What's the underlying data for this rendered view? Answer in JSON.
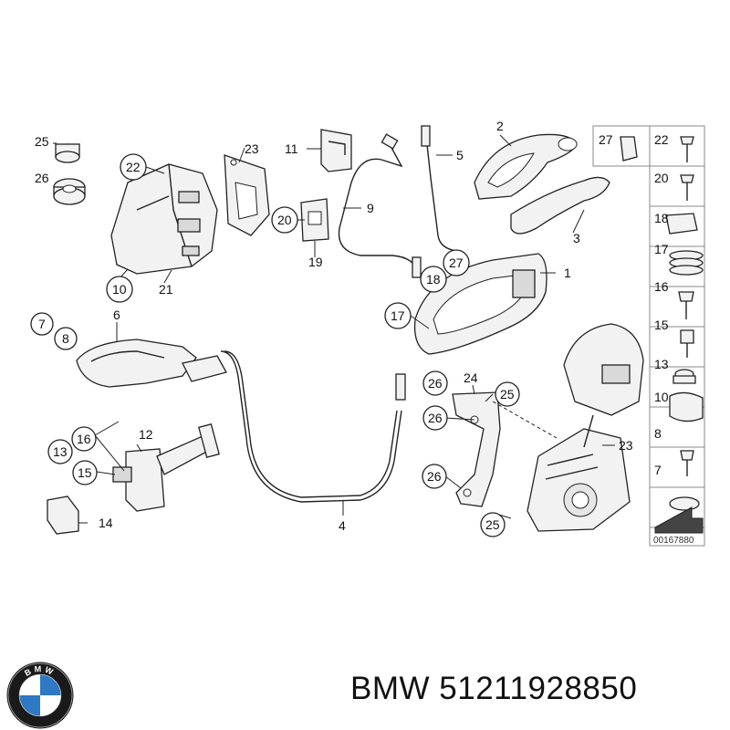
{
  "diagram": {
    "catalog_number": "00167880",
    "callouts": [
      {
        "id": "c25a",
        "label": "25"
      },
      {
        "id": "c26a",
        "label": "26"
      },
      {
        "id": "c22a",
        "label": "22"
      },
      {
        "id": "c23a",
        "label": "23"
      },
      {
        "id": "c11",
        "label": "11"
      },
      {
        "id": "c20a",
        "label": "20"
      },
      {
        "id": "c19",
        "label": "19"
      },
      {
        "id": "c9",
        "label": "9"
      },
      {
        "id": "c10",
        "label": "10"
      },
      {
        "id": "c21",
        "label": "21"
      },
      {
        "id": "c2",
        "label": "2"
      },
      {
        "id": "c5",
        "label": "5"
      },
      {
        "id": "c3",
        "label": "3"
      },
      {
        "id": "c27a",
        "label": "27"
      },
      {
        "id": "c18a",
        "label": "18"
      },
      {
        "id": "c1",
        "label": "1"
      },
      {
        "id": "c17a",
        "label": "17"
      },
      {
        "id": "c7a",
        "label": "7"
      },
      {
        "id": "c8a",
        "label": "8"
      },
      {
        "id": "c6",
        "label": "6"
      },
      {
        "id": "c16a",
        "label": "16"
      },
      {
        "id": "c12",
        "label": "12"
      },
      {
        "id": "c13a",
        "label": "13"
      },
      {
        "id": "c15a",
        "label": "15"
      },
      {
        "id": "c14",
        "label": "14"
      },
      {
        "id": "c4",
        "label": "4"
      },
      {
        "id": "c26b",
        "label": "26"
      },
      {
        "id": "c24",
        "label": "24"
      },
      {
        "id": "c25b",
        "label": "25"
      },
      {
        "id": "c26c",
        "label": "26"
      },
      {
        "id": "c23b",
        "label": "23"
      },
      {
        "id": "c26d",
        "label": "26"
      },
      {
        "id": "c25c",
        "label": "25"
      }
    ],
    "side_table": [
      {
        "label": "27"
      },
      {
        "label": "22"
      },
      {
        "label": "20"
      },
      {
        "label": "18"
      },
      {
        "label": "17"
      },
      {
        "label": "16"
      },
      {
        "label": "15"
      },
      {
        "label": "13"
      },
      {
        "label": "10"
      },
      {
        "label": "8"
      },
      {
        "label": "7"
      }
    ]
  },
  "caption": {
    "brand": "BMW",
    "part_number": "51211928850"
  },
  "logo": {
    "letters": "BMW"
  }
}
